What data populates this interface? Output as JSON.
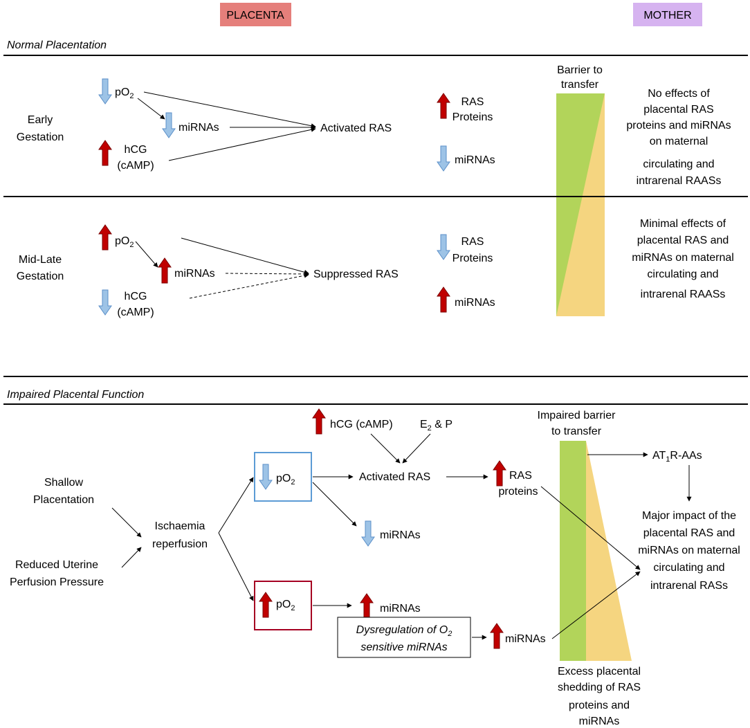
{
  "colors": {
    "placenta_header": "#e57f7b",
    "mother_header": "#d6b3f0",
    "up_arrow": "#c00000",
    "down_arrow": "#9dc3e6",
    "barrier_green": "#b2d45a",
    "barrier_yellow": "#f5d580",
    "box_blue": "#5b9bd5",
    "box_red": "#a50021"
  },
  "headers": {
    "placenta": "PLACENTA",
    "mother": "MOTHER"
  },
  "normal": {
    "title": "Normal Placentation",
    "barrier": [
      "Barrier to",
      "transfer"
    ],
    "early": {
      "label": [
        "Early",
        "Gestation"
      ],
      "po2": "pO",
      "mirnas": "miRNAs",
      "hcg": "hCG",
      "camp": "(cAMP)",
      "result": "Activated RAS",
      "ras_proteins": [
        "RAS",
        "Proteins"
      ],
      "mirnas_right": "miRNAs",
      "effects": [
        "No effects of",
        "placental RAS",
        "proteins and miRNAs",
        "on maternal",
        "circulating and",
        "intrarenal RAASs"
      ]
    },
    "mid": {
      "label": [
        "Mid-Late",
        "Gestation"
      ],
      "po2": "pO",
      "mirnas": "miRNAs",
      "hcg": "hCG",
      "camp": "(cAMP)",
      "result": "Suppressed RAS",
      "ras_proteins": [
        "RAS",
        "Proteins"
      ],
      "mirnas_right": "miRNAs",
      "effects": [
        "Minimal effects of",
        "placental RAS and",
        "miRNAs on maternal",
        "circulating and",
        "intrarenal RAASs"
      ]
    }
  },
  "impaired": {
    "title": "Impaired Placental Function",
    "shallow": [
      "Shallow",
      "Placentation"
    ],
    "reduced": [
      "Reduced Uterine",
      "Perfusion Pressure"
    ],
    "ischaemia": [
      "Ischaemia",
      "reperfusion"
    ],
    "po2": "pO",
    "hcg": "hCG (cAMP)",
    "e2p": [
      "E",
      " & P"
    ],
    "activated": "Activated RAS",
    "ras_proteins": [
      "RAS",
      "proteins"
    ],
    "mirnas_down": "miRNAs",
    "mirnas_up": "miRNAs",
    "dysreg": [
      "Dysregulation of O",
      " sensitive miRNAs"
    ],
    "mirnas_dysreg": "miRNAs",
    "barrier": [
      "Impaired barrier",
      "to transfer"
    ],
    "at1r": [
      "AT",
      "R-AAs"
    ],
    "impact": [
      "Major impact of the",
      "placental RAS and",
      "miRNAs on maternal",
      "circulating and",
      "intrarenal RASs"
    ],
    "excess": [
      "Excess placental",
      "shedding of RAS",
      "proteins and",
      "miRNAs"
    ]
  }
}
